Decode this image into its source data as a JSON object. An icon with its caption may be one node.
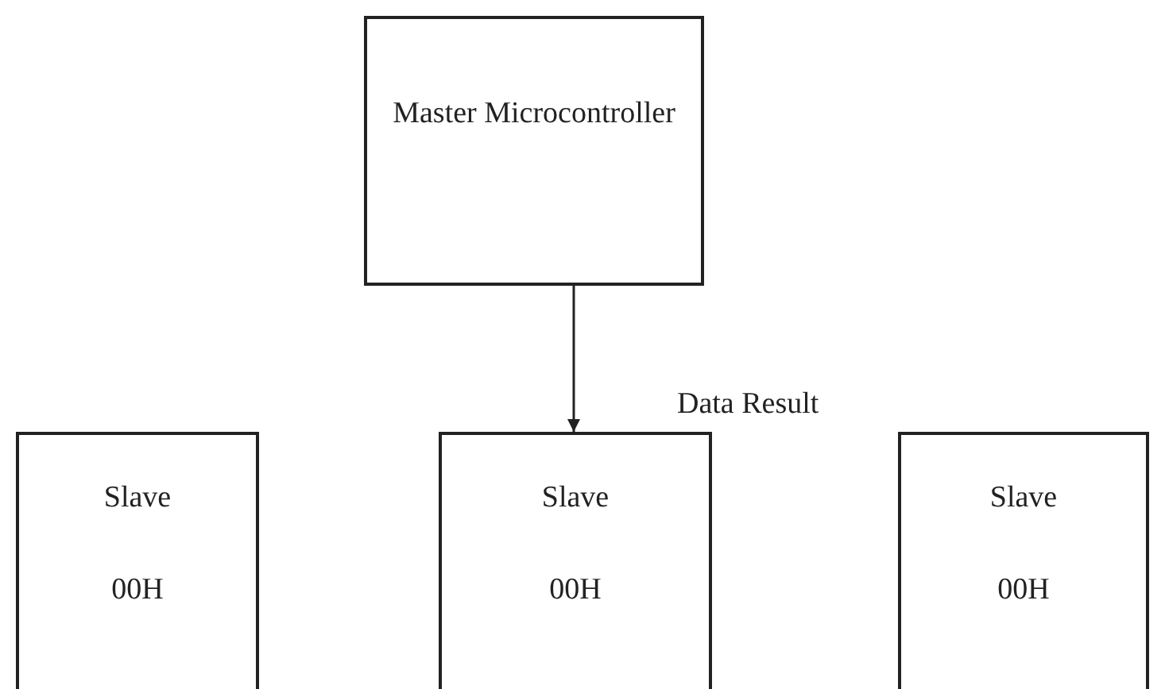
{
  "diagram": {
    "nodes": [
      {
        "text": [
          "Master Microcontroller"
        ]
      },
      {
        "text": [
          "Slave",
          "00H"
        ]
      },
      {
        "text": [
          "Slave",
          "00H"
        ]
      },
      {
        "text": [
          "Slave",
          "00H"
        ]
      }
    ],
    "edges": [
      {
        "from": 0,
        "to": 2,
        "arrow": "to",
        "label": "Data Result"
      }
    ]
  }
}
